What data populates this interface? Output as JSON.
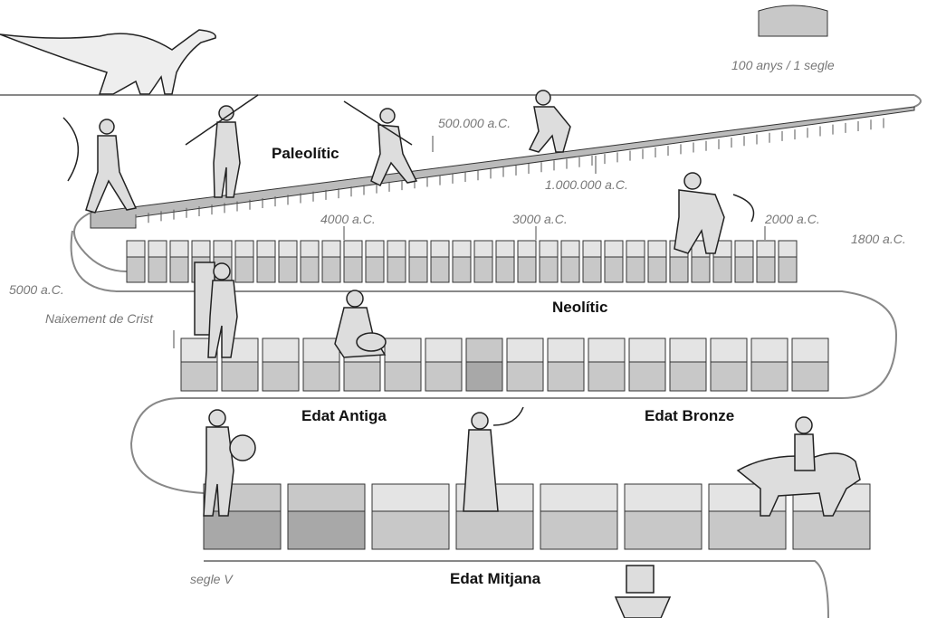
{
  "legend": {
    "scale": "100 anys / 1 segle"
  },
  "eras": {
    "paleolitic": "Paleolític",
    "neolitic": "Neolític",
    "antiga": "Edat Antiga",
    "bronze": "Edat Bronze",
    "mitjana": "Edat Mitjana"
  },
  "dates": {
    "d500000": "500.000 a.C.",
    "d1000000": "1.000.000 a.C.",
    "d4000": "4000 a.C.",
    "d3000": "3000 a.C.",
    "d2000": "2000 a.C.",
    "d1800": "1800 a.C.",
    "d5000": "5000 a.C.",
    "crist": "Naixement de Crist",
    "segleV": "segle V"
  },
  "colors": {
    "block_top": "#e4e4e4",
    "block_front": "#c8c8c8",
    "block_dark": "#a8a8a8",
    "line": "#888888"
  }
}
